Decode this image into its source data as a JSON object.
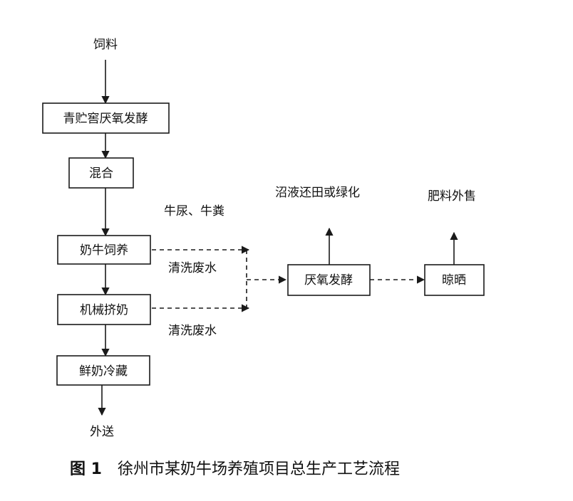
{
  "top_input": "饲料",
  "nodes": {
    "silage": "青贮窖厌氧发酵",
    "mix": "混合",
    "feeding": "奶牛饲养",
    "milking": "机械挤奶",
    "cold_storage": "鲜奶冷藏",
    "anaerobic": "厌氧发酵",
    "drying": "晾晒"
  },
  "labels": {
    "urine_manure": "牛尿、牛粪",
    "wash_water_1": "清洗废水",
    "wash_water_2": "清洗废水",
    "biogas_use": "沼液还田或绿化",
    "fertilizer_sale": "肥料外售",
    "output": "外送"
  },
  "caption": {
    "number": "图 1",
    "text": "徐州市某奶牛场养殖项目总生产工艺流程"
  }
}
